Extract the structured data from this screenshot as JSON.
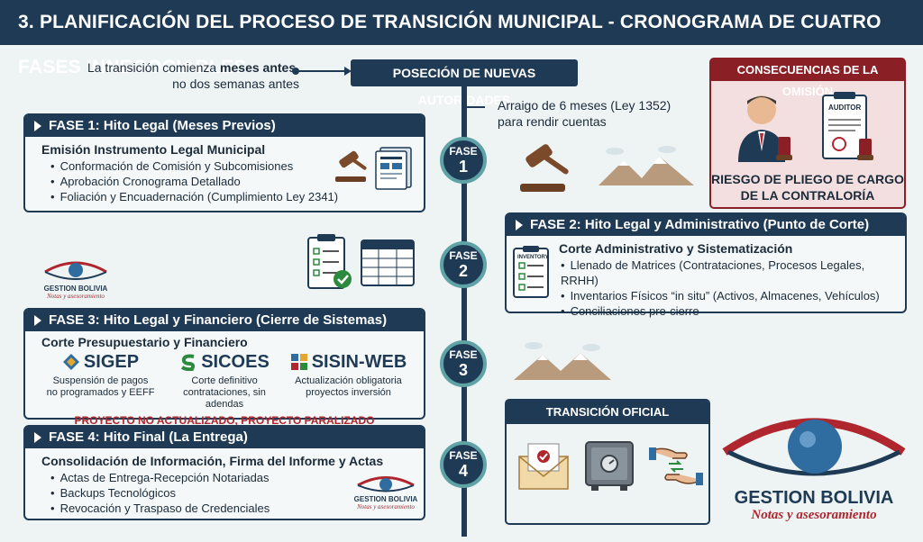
{
  "title": "3. PLANIFICACIÓN DEL PROCESO DE TRANSICIÓN MUNICIPAL - CRONOGRAMA DE CUATRO FASES INNEGOCIABLES",
  "intro": {
    "line1_pre": "La transición comienza ",
    "line1_bold": "meses antes",
    "line1_post": ",",
    "line2": "no dos semanas antes"
  },
  "posesion": "POSECIÓN DE NUEVAS AUTORIDADES",
  "arraigo": {
    "line1": "Arraigo de 6 meses (Ley 1352)",
    "line2": "para rendir cuentas"
  },
  "phase_circles": [
    {
      "label": "FASE",
      "number": "1"
    },
    {
      "label": "FASE",
      "number": "2"
    },
    {
      "label": "FASE",
      "number": "3"
    },
    {
      "label": "FASE",
      "number": "4"
    }
  ],
  "fase1": {
    "header": "FASE 1: Hito Legal (Meses Previos)",
    "subtitle": "Emisión Instrumento Legal Municipal",
    "items": [
      "Conformación de Comisión y Subcomisiones",
      "Aprobación Cronograma Detallado",
      "Foliación y Encuadernación (Cumplimiento Ley 2341)"
    ]
  },
  "fase2": {
    "header": "FASE 2: Hito Legal y Administrativo (Punto de Corte)",
    "subtitle": "Corte Administrativo y Sistematización",
    "items": [
      "Llenado de Matrices (Contrataciones, Procesos Legales, RRHH)",
      "Inventarios Físicos “in situ” (Activos, Almacenes, Vehículos)",
      "Conciliaciones pre-cierre"
    ],
    "inventory_label": "INVENTORY"
  },
  "fase3": {
    "header": "FASE 3: Hito Legal y Financiero (Cierre de Sistemas)",
    "subtitle": "Corte Presupuestario y Financiero",
    "services": [
      {
        "name": "SIGEP",
        "desc1": "Suspensión de pagos",
        "desc2": "no programados y EEFF"
      },
      {
        "name": "SICOES",
        "desc1": "Corte definitivo",
        "desc2": "contrataciones, sin adendas"
      },
      {
        "name": "SISIN-WEB",
        "desc1": "Actualización obligatoria",
        "desc2": "proyectos inversión"
      }
    ],
    "alert": "PROYECTO NO ACTUALIZADO, PROYECTO PARALIZADO"
  },
  "fase4": {
    "header": "FASE 4: Hito Final (La Entrega)",
    "subtitle": "Consolidación de Información, Firma del Informe y Actas",
    "items": [
      "Actas de Entrega-Recepción Notariadas",
      "Backups Tecnológicos",
      "Revocación y Traspaso de Credenciales"
    ]
  },
  "consecuencias": {
    "header": "CONSECUENCIAS DE LA OMISIÓN",
    "auditor_label": "AUDITOR",
    "label1": "RIESGO DE PLIEGO DE CARGO",
    "label2": "DE LA CONTRALORÍA"
  },
  "transicion": {
    "header": "TRANSICIÓN OFICIAL"
  },
  "brand": {
    "name": "GESTION BOLIVIA",
    "tagline": "Notas y asesoramiento"
  },
  "colors": {
    "navy": "#1f3a55",
    "teal": "#5fa3a6",
    "red": "#b0262e",
    "dark_red": "#8a1f26"
  }
}
